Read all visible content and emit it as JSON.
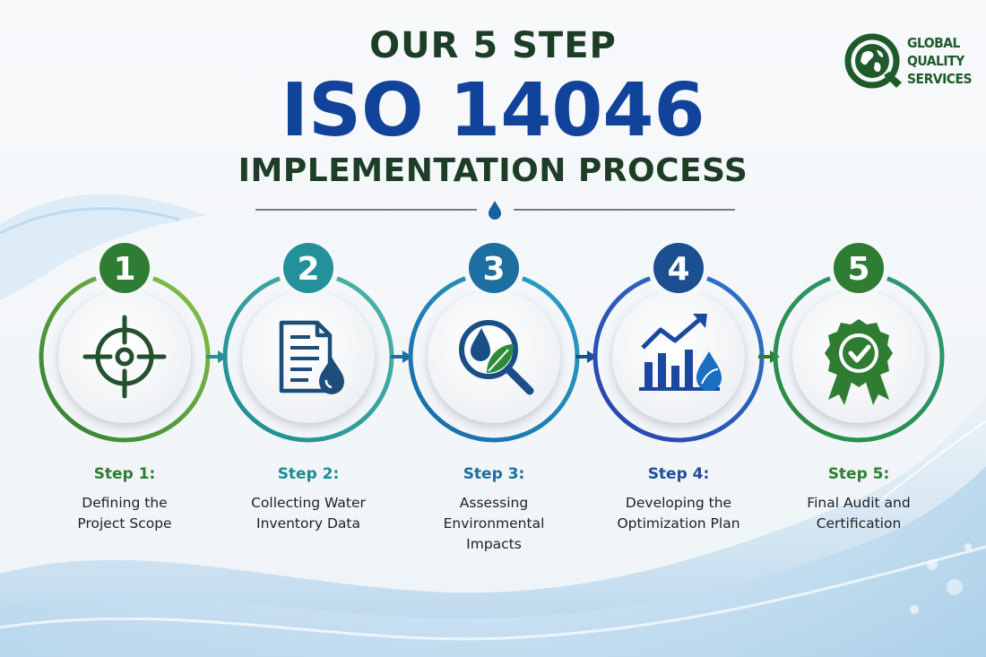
{
  "title": {
    "line1": "OUR 5 STEP",
    "line2": "ISO 14046",
    "line3": "IMPLEMENTATION PROCESS"
  },
  "logo": {
    "lines": [
      "GLOBAL",
      "QUALITY",
      "SERVICES"
    ]
  },
  "colors": {
    "dark_green": "#1d3d26",
    "brand_blue": "#12439a",
    "green": "#2e8b3a",
    "teal": "#1e8a94",
    "blue": "#1f6fb0",
    "indigo": "#2f3fa8"
  },
  "steps": [
    {
      "number": "1",
      "label": "Step 1:",
      "desc": [
        "Defining the",
        "Project Scope"
      ],
      "icon": "target-crosshair-icon",
      "color": "#2e7d32"
    },
    {
      "number": "2",
      "label": "Step 2:",
      "desc": [
        "Collecting Water",
        "Inventory Data"
      ],
      "icon": "document-water-drop-icon",
      "color": "#1e8a94"
    },
    {
      "number": "3",
      "label": "Step 3:",
      "desc": [
        "Assessing",
        "Environmental",
        "Impacts"
      ],
      "icon": "magnifier-drop-leaf-icon",
      "color": "#1a6f9e"
    },
    {
      "number": "4",
      "label": "Step 4:",
      "desc": [
        "Developing the",
        "Optimization Plan"
      ],
      "icon": "growth-chart-drop-icon",
      "color": "#1d4f9a"
    },
    {
      "number": "5",
      "label": "Step 5:",
      "desc": [
        "Final Audit and",
        "Certification"
      ],
      "icon": "certification-badge-icon",
      "color": "#2e7d32"
    }
  ]
}
